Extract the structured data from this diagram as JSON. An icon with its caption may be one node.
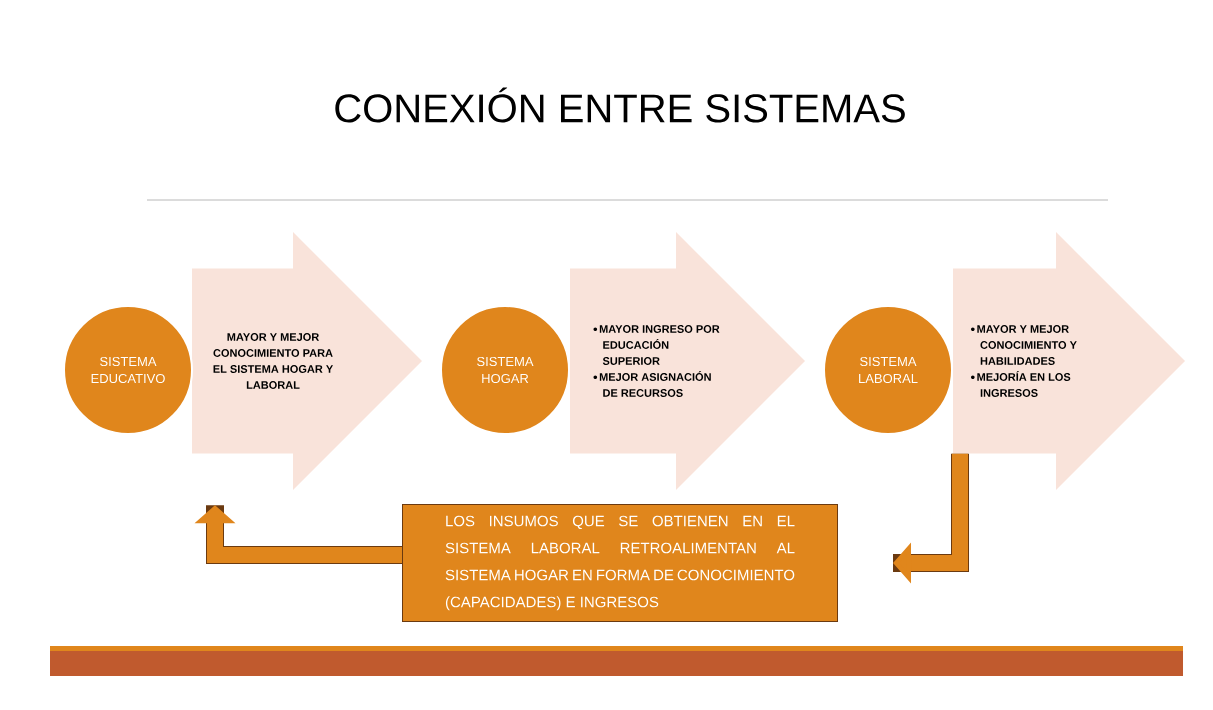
{
  "diagram": {
    "title": "CONEXIÓN ENTRE SISTEMAS",
    "nodes": [
      {
        "text": [
          "SISTEMA EDUCATIVO"
        ]
      },
      {
        "text": [
          "MAYOR Y MEJOR CONOCIMIENTO PARA EL SISTEMA HOGAR Y LABORAL"
        ]
      },
      {
        "text": [
          "SISTEMA HOGAR"
        ]
      },
      {
        "text": [
          "MAYOR INGRESO POR EDUCACIÓN SUPERIOR",
          "MEJOR ASIGNACIÓN DE RECURSOS"
        ]
      },
      {
        "text": [
          "SISTEMA LABORAL"
        ]
      },
      {
        "text": [
          "MAYOR Y MEJOR CONOCIMIENTO Y HABILIDADES",
          "MEJORÍA EN LOS INGRESOS"
        ]
      },
      {
        "text": [
          "LOS INSUMOS QUE SE OBTIENEN EN EL SISTEMA LABORAL RETROALIMENTAN AL SISTEMA HOGAR EN FORMA DE CONOCIMIENTO (CAPACIDADES) E INGRESOS"
        ]
      }
    ],
    "edges": [
      {
        "from": 5,
        "to": 6,
        "arrow": "to"
      },
      {
        "from": 6,
        "to": 1,
        "arrow": "to"
      }
    ]
  }
}
